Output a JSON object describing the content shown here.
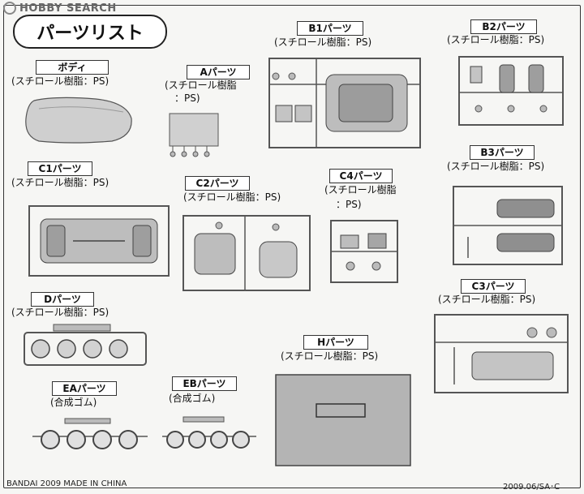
{
  "watermark": {
    "text": "HOBBY SEARCH"
  },
  "title": "パーツリスト",
  "parts": {
    "body": {
      "label": "ボディ",
      "material": "(スチロール樹脂：PS)"
    },
    "a": {
      "label": "Aパーツ",
      "material_line1": "(スチロール樹脂",
      "material_line2": "：PS)"
    },
    "b1": {
      "label": "B1パーツ",
      "material": "(スチロール樹脂：PS)"
    },
    "b2": {
      "label": "B2パーツ",
      "material": "(スチロール樹脂：PS)"
    },
    "b3": {
      "label": "B3パーツ",
      "material": "(スチロール樹脂：PS)"
    },
    "c1": {
      "label": "C1パーツ",
      "material": "(スチロール樹脂：PS)"
    },
    "c2": {
      "label": "C2パーツ",
      "material": "(スチロール樹脂：PS)"
    },
    "c4": {
      "label": "C4パーツ",
      "material_line1": "(スチロール樹脂",
      "material_line2": "：PS)"
    },
    "c3": {
      "label": "C3パーツ",
      "material": "(スチロール樹脂：PS)"
    },
    "d": {
      "label": "Dパーツ",
      "material": "(スチロール樹脂：PS)"
    },
    "h": {
      "label": "Hパーツ",
      "material": "(スチロール樹脂：PS)"
    },
    "ea": {
      "label": "EAパーツ",
      "material": "(合成ゴム)"
    },
    "eb": {
      "label": "EBパーツ",
      "material": "(合成ゴム)"
    }
  },
  "footer": {
    "left": "BANDAI 2009 MADE IN CHINA",
    "right": "2009.06/SA･C"
  },
  "colors": {
    "sprue": "#c9c9c9",
    "sprue_dark": "#8a8a8a",
    "line": "#444444"
  }
}
